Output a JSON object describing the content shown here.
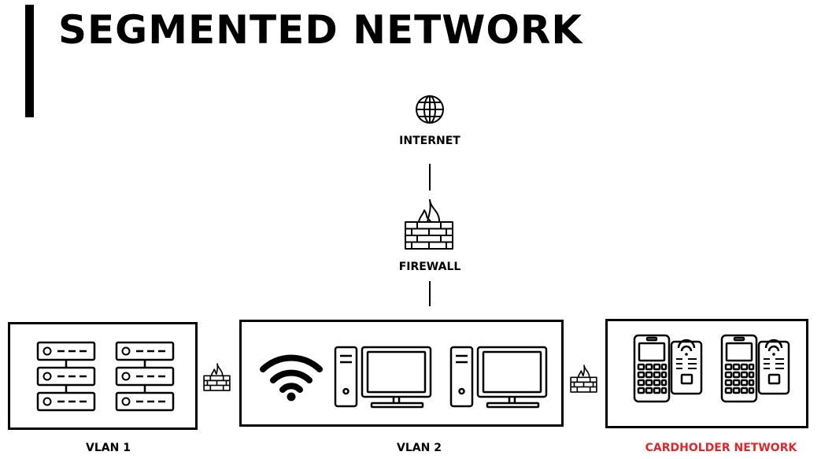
{
  "title": "SEGMENTED NETWORK",
  "nodes": {
    "internet": {
      "label": "INTERNET",
      "icon": "globe-icon"
    },
    "firewall": {
      "label": "FIREWALL",
      "icon": "firewall-icon"
    }
  },
  "segments": [
    {
      "label": "VLAN 1",
      "icon": "server-rack-icon"
    },
    {
      "label": "VLAN 2",
      "icon": "wifi-and-desktop-icon"
    },
    {
      "label": "CARDHOLDER NETWORK",
      "icon": "payment-terminal-icon"
    }
  ],
  "colors": {
    "ink": "#000000",
    "cardholder_label": "#e0262a"
  }
}
